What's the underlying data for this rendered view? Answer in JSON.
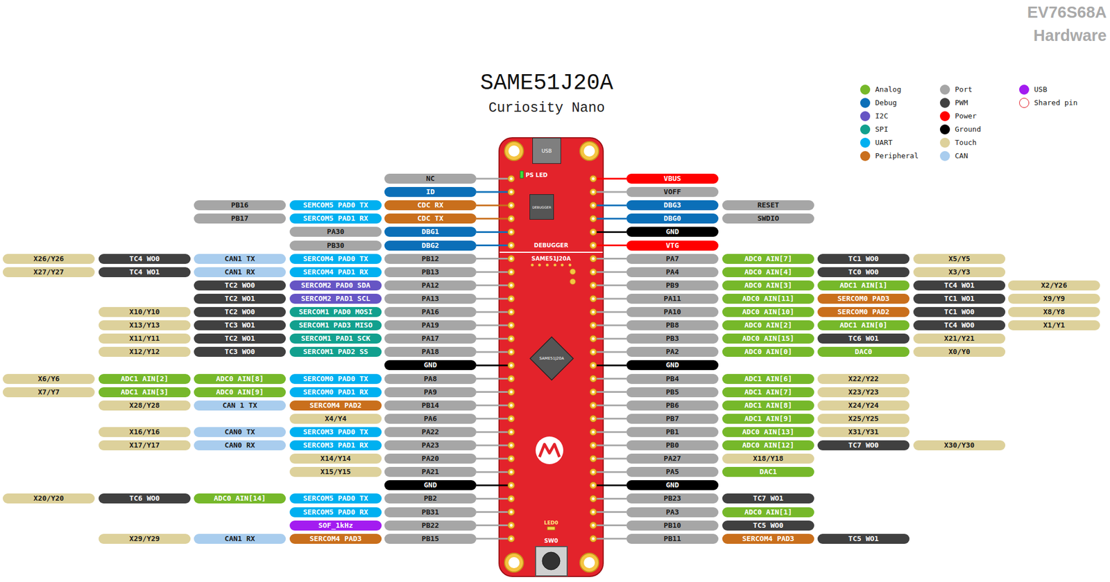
{
  "diagram": {
    "title": "SAME51J20A",
    "caption": "Curiosity Nano",
    "nodes": [
      {
        "text": [
          "PS LED",
          "DEBUGGER",
          "SAME51J20A",
          "LED0",
          "SW0"
        ]
      },
      {
        "text": [
          "USB"
        ],
        "in": 0
      },
      {
        "text": [
          "DEBUGGER"
        ],
        "in": 0
      },
      {
        "text": [
          "SAME51J20A"
        ],
        "in": 0
      },
      {
        "text": [
          "NC"
        ]
      },
      {
        "text": [
          "VBUS"
        ]
      },
      {
        "text": [
          "ID"
        ]
      },
      {
        "text": [
          "VOFF"
        ]
      },
      {
        "text": [
          "PB16"
        ]
      },
      {
        "text": [
          "SEMCOM5 PAD0 TX"
        ]
      },
      {
        "text": [
          "CDC RX"
        ]
      },
      {
        "text": [
          "DBG3"
        ]
      },
      {
        "text": [
          "RESET"
        ]
      },
      {
        "text": [
          "PB17"
        ]
      },
      {
        "text": [
          "SERCOM5 PAD1 RX"
        ]
      },
      {
        "text": [
          "CDC TX"
        ]
      },
      {
        "text": [
          "DBG0"
        ]
      },
      {
        "text": [
          "SWDIO"
        ]
      },
      {
        "text": [
          "PA30"
        ]
      },
      {
        "text": [
          "DBG1"
        ]
      },
      {
        "text": [
          "GND"
        ]
      },
      {
        "text": [
          "PB30"
        ]
      },
      {
        "text": [
          "DBG2"
        ]
      },
      {
        "text": [
          "VTG"
        ]
      },
      {
        "text": [
          "X26/Y26"
        ]
      },
      {
        "text": [
          "TC4 WO0"
        ]
      },
      {
        "text": [
          "CAN1 TX"
        ]
      },
      {
        "text": [
          "SERCOM4 PAD0 TX"
        ]
      },
      {
        "text": [
          "PB12"
        ]
      },
      {
        "text": [
          "PA7"
        ]
      },
      {
        "text": [
          "ADC0 AIN[7]"
        ]
      },
      {
        "text": [
          "TC1 WO0"
        ]
      },
      {
        "text": [
          "X5/Y5"
        ]
      },
      {
        "text": [
          "X27/Y27"
        ]
      },
      {
        "text": [
          "TC4 WO1"
        ]
      },
      {
        "text": [
          "CAN1 RX"
        ]
      },
      {
        "text": [
          "SERCOM4 PAD1 RX"
        ]
      },
      {
        "text": [
          "PB13"
        ]
      },
      {
        "text": [
          "PA4"
        ]
      },
      {
        "text": [
          "ADC0 AIN[4]"
        ]
      },
      {
        "text": [
          "TC0 WO0"
        ]
      },
      {
        "text": [
          "X3/Y3"
        ]
      },
      {
        "text": [
          "TC2 WO0"
        ]
      },
      {
        "text": [
          "SERCOM2 PAD0 SDA"
        ]
      },
      {
        "text": [
          "PA12"
        ]
      },
      {
        "text": [
          "PB9"
        ]
      },
      {
        "text": [
          "ADC0 AIN[3]"
        ]
      },
      {
        "text": [
          "ADC1 AIN[1]"
        ]
      },
      {
        "text": [
          "TC4 WO1"
        ]
      },
      {
        "text": [
          "X2/Y26"
        ]
      },
      {
        "text": [
          "TC2 WO1"
        ]
      },
      {
        "text": [
          "SERCOM2 PAD1 SCL"
        ]
      },
      {
        "text": [
          "PA13"
        ]
      },
      {
        "text": [
          "PA11"
        ]
      },
      {
        "text": [
          "ADC0 AIN[11]"
        ]
      },
      {
        "text": [
          "SERCOM0 PAD3"
        ]
      },
      {
        "text": [
          "TC1 WO1"
        ]
      },
      {
        "text": [
          "X9/Y9"
        ]
      },
      {
        "text": [
          "X10/Y10"
        ]
      },
      {
        "text": [
          "TC2 WO0"
        ]
      },
      {
        "text": [
          "SERCOM1 PAD0 MOSI"
        ]
      },
      {
        "text": [
          "PA16"
        ]
      },
      {
        "text": [
          "PA10"
        ]
      },
      {
        "text": [
          "ADC0 AIN[10]"
        ]
      },
      {
        "text": [
          "SERCOM0 PAD2"
        ]
      },
      {
        "text": [
          "TC1 WO0"
        ]
      },
      {
        "text": [
          "X8/Y8"
        ]
      },
      {
        "text": [
          "X13/Y13"
        ]
      },
      {
        "text": [
          "TC3 WO1"
        ]
      },
      {
        "text": [
          "SERCOM1 PAD3 MISO"
        ]
      },
      {
        "text": [
          "PA19"
        ]
      },
      {
        "text": [
          "PB8"
        ]
      },
      {
        "text": [
          "ADC0 AIN[2]"
        ]
      },
      {
        "text": [
          "ADC1 AIN[0]"
        ]
      },
      {
        "text": [
          "TC4 WO0"
        ]
      },
      {
        "text": [
          "X1/Y1"
        ]
      },
      {
        "text": [
          "X11/Y11"
        ]
      },
      {
        "text": [
          "TC2 WO1"
        ]
      },
      {
        "text": [
          "SERCOM1 PAD1 SCK"
        ]
      },
      {
        "text": [
          "PA17"
        ]
      },
      {
        "text": [
          "PB3"
        ]
      },
      {
        "text": [
          "ADC0 AIN[15]"
        ]
      },
      {
        "text": [
          "TC6 WO1"
        ]
      },
      {
        "text": [
          "X21/Y21"
        ]
      },
      {
        "text": [
          "X12/Y12"
        ]
      },
      {
        "text": [
          "TC3 WO0"
        ]
      },
      {
        "text": [
          "SERCOM1 PAD2 SS"
        ]
      },
      {
        "text": [
          "PA18"
        ]
      },
      {
        "text": [
          "PA2"
        ]
      },
      {
        "text": [
          "ADC0 AIN[0]"
        ]
      },
      {
        "text": [
          "DAC0"
        ]
      },
      {
        "text": [
          "X0/Y0"
        ]
      },
      {
        "text": [
          "GND"
        ]
      },
      {
        "text": [
          "GND"
        ]
      },
      {
        "text": [
          "X6/Y6"
        ]
      },
      {
        "text": [
          "ADC1 AIN[2]"
        ]
      },
      {
        "text": [
          "ADC0 AIN[8]"
        ]
      },
      {
        "text": [
          "SERCOM0 PAD0 TX"
        ]
      },
      {
        "text": [
          "PA8"
        ]
      },
      {
        "text": [
          "PB4"
        ]
      },
      {
        "text": [
          "ADC1 AIN[6]"
        ]
      },
      {
        "text": [
          "X22/Y22"
        ]
      },
      {
        "text": [
          "X7/Y7"
        ]
      },
      {
        "text": [
          "ADC1 AIN[3]"
        ]
      },
      {
        "text": [
          "ADC0 AIN[9]"
        ]
      },
      {
        "text": [
          "SERCOM0 PAD1 RX"
        ]
      },
      {
        "text": [
          "PA9"
        ]
      },
      {
        "text": [
          "PB5"
        ]
      },
      {
        "text": [
          "ADC1 AIN[7]"
        ]
      },
      {
        "text": [
          "X23/Y23"
        ]
      },
      {
        "text": [
          "X28/Y28"
        ]
      },
      {
        "text": [
          "CAN 1 TX"
        ]
      },
      {
        "text": [
          "SERCOM4 PAD2"
        ]
      },
      {
        "text": [
          "PB14"
        ]
      },
      {
        "text": [
          "PB6"
        ]
      },
      {
        "text": [
          "ADC1 AIN[8]"
        ]
      },
      {
        "text": [
          "X24/Y24"
        ]
      },
      {
        "text": [
          "X4/Y4"
        ]
      },
      {
        "text": [
          "PA6"
        ]
      },
      {
        "text": [
          "PB7"
        ]
      },
      {
        "text": [
          "ADC1 AIN[9]"
        ]
      },
      {
        "text": [
          "X25/Y25"
        ]
      },
      {
        "text": [
          "X16/Y16"
        ]
      },
      {
        "text": [
          "CAN0 TX"
        ]
      },
      {
        "text": [
          "SERCOM3 PAD0 TX"
        ]
      },
      {
        "text": [
          "PA22"
        ]
      },
      {
        "text": [
          "PB1"
        ]
      },
      {
        "text": [
          "ADC0 AIN[13]"
        ]
      },
      {
        "text": [
          "X31/Y31"
        ]
      },
      {
        "text": [
          "X17/Y17"
        ]
      },
      {
        "text": [
          "CAN0 RX"
        ]
      },
      {
        "text": [
          "SERCOM3 PAD1 RX"
        ]
      },
      {
        "text": [
          "PA23"
        ]
      },
      {
        "text": [
          "PB0"
        ]
      },
      {
        "text": [
          "ADC0 AIN[12]"
        ]
      },
      {
        "text": [
          "TC7 WO0"
        ]
      },
      {
        "text": [
          "X30/Y30"
        ]
      },
      {
        "text": [
          "X14/Y14"
        ]
      },
      {
        "text": [
          "PA20"
        ]
      },
      {
        "text": [
          "PA27"
        ]
      },
      {
        "text": [
          "X18/Y18"
        ]
      },
      {
        "text": [
          "X15/Y15"
        ]
      },
      {
        "text": [
          "PA21"
        ]
      },
      {
        "text": [
          "PA5"
        ]
      },
      {
        "text": [
          "DAC1"
        ]
      },
      {
        "text": [
          "GND"
        ]
      },
      {
        "text": [
          "GND"
        ]
      },
      {
        "text": [
          "X20/Y20"
        ]
      },
      {
        "text": [
          "TC6 WO0"
        ]
      },
      {
        "text": [
          "ADC0 AIN[14]"
        ]
      },
      {
        "text": [
          "SERCOM5 PAD0 TX"
        ]
      },
      {
        "text": [
          "PB2"
        ]
      },
      {
        "text": [
          "PB23"
        ]
      },
      {
        "text": [
          "TC7 WO1"
        ]
      },
      {
        "text": [
          "SERCOM5 PAD0 RX"
        ]
      },
      {
        "text": [
          "PB31"
        ]
      },
      {
        "text": [
          "PA3"
        ]
      },
      {
        "text": [
          "ADC0 AIN[1]"
        ]
      },
      {
        "text": [
          "SOF_1kHz"
        ]
      },
      {
        "text": [
          "PB22"
        ]
      },
      {
        "text": [
          "PB10"
        ]
      },
      {
        "text": [
          "TC5 WO0"
        ]
      },
      {
        "text": [
          "X29/Y29"
        ]
      },
      {
        "text": [
          "CAN1 RX"
        ]
      },
      {
        "text": [
          "SERCOM4 PAD3"
        ]
      },
      {
        "text": [
          "PB15"
        ]
      },
      {
        "text": [
          "PB11"
        ]
      },
      {
        "text": [
          "SERCOM4 PAD3"
        ]
      },
      {
        "text": [
          "TC5 WO1"
        ]
      }
    ],
    "labels": [
      "EV76S68A",
      "Hardware"
    ],
    "legend": [
      {
        "text": "Analog",
        "color": "#76b82a"
      },
      {
        "text": "Debug",
        "color": "#0b6fb8"
      },
      {
        "text": "I2C",
        "color": "#6655c4"
      },
      {
        "text": "SPI",
        "color": "#12a08e"
      },
      {
        "text": "UART",
        "color": "#00b0f0"
      },
      {
        "text": "Peripheral",
        "color": "#c96f1c"
      },
      {
        "text": "Port",
        "color": "#a6a6a6"
      },
      {
        "text": "PWM",
        "color": "#404040"
      },
      {
        "text": "Power",
        "color": "#ff0000"
      },
      {
        "text": "Ground",
        "color": "#000000"
      },
      {
        "text": "Touch",
        "color": "#ddd19b"
      },
      {
        "text": "CAN",
        "color": "#a9cdee"
      },
      {
        "text": "USB",
        "color": "#a31cf0"
      },
      {
        "text": "Shared pin"
      }
    ]
  }
}
